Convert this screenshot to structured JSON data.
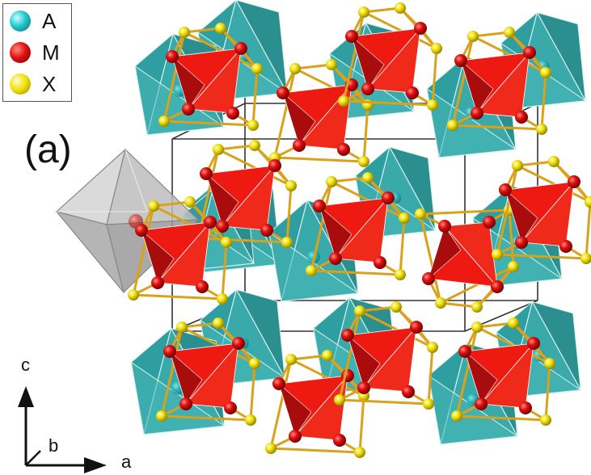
{
  "legend": {
    "items": [
      {
        "label": "A",
        "color": "#22c6cc"
      },
      {
        "label": "M",
        "color": "#e01010"
      },
      {
        "label": "X",
        "color": "#f0e010"
      }
    ]
  },
  "panel_label": "(a)",
  "axes": {
    "c": "c",
    "b": "b",
    "a": "a"
  },
  "colors": {
    "a_polyhedron_face": "#3aa9a9",
    "a_polyhedron_dark": "#2b8f90",
    "a_atom": "#2cc4c8",
    "m_face": "#ee1a12",
    "m_face_dark": "#a80c0c",
    "m_atom": "#d20f0f",
    "x_atom": "#f5e40d",
    "bond": "#d9a21a",
    "cell_edge": "#333333",
    "gray_octahedron": "#b9b9b9"
  }
}
